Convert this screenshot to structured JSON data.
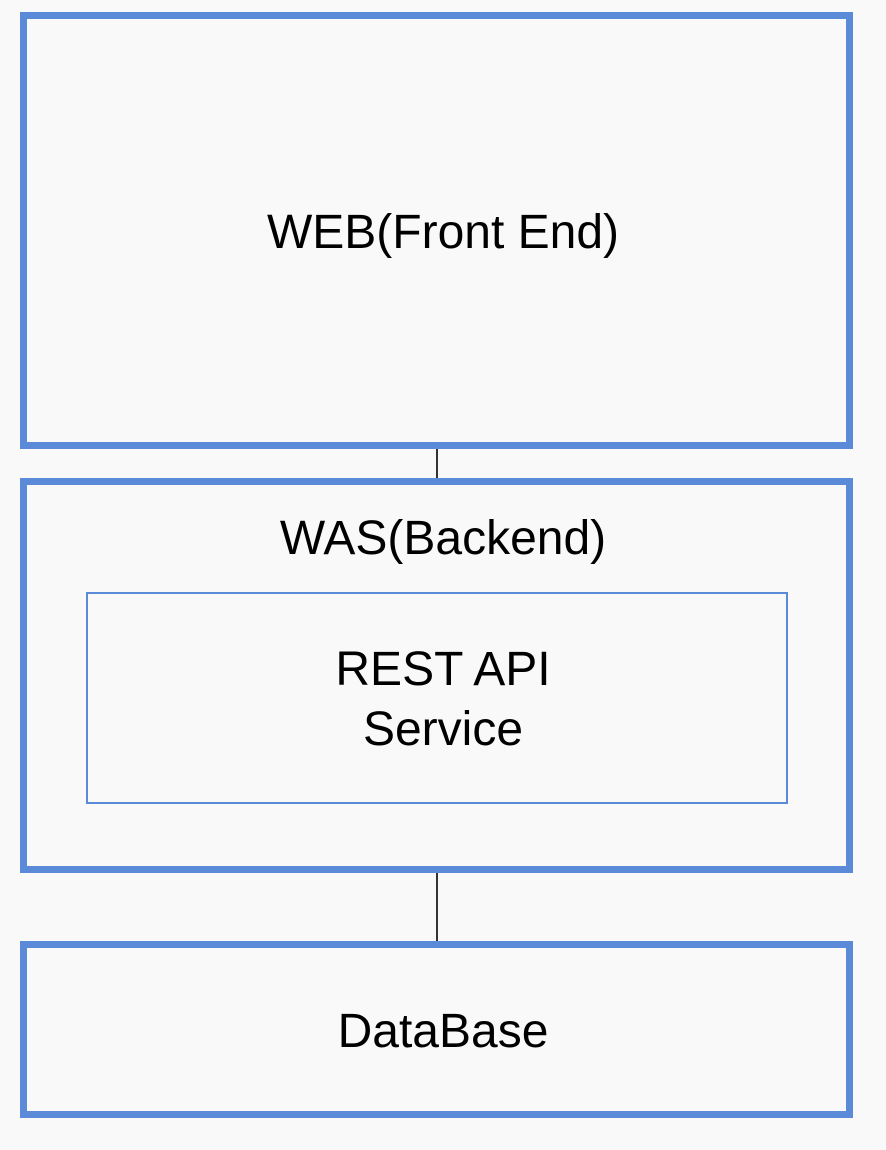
{
  "layers": {
    "web": {
      "label": "WEB(Front End)"
    },
    "was": {
      "label": "WAS(Backend)",
      "inner": {
        "line1": "REST API",
        "line2": "Service"
      }
    },
    "db": {
      "label": "DataBase"
    }
  },
  "colors": {
    "box_border": "#5b8ad9",
    "connector": "#333333",
    "background": "#f9f9f9"
  }
}
